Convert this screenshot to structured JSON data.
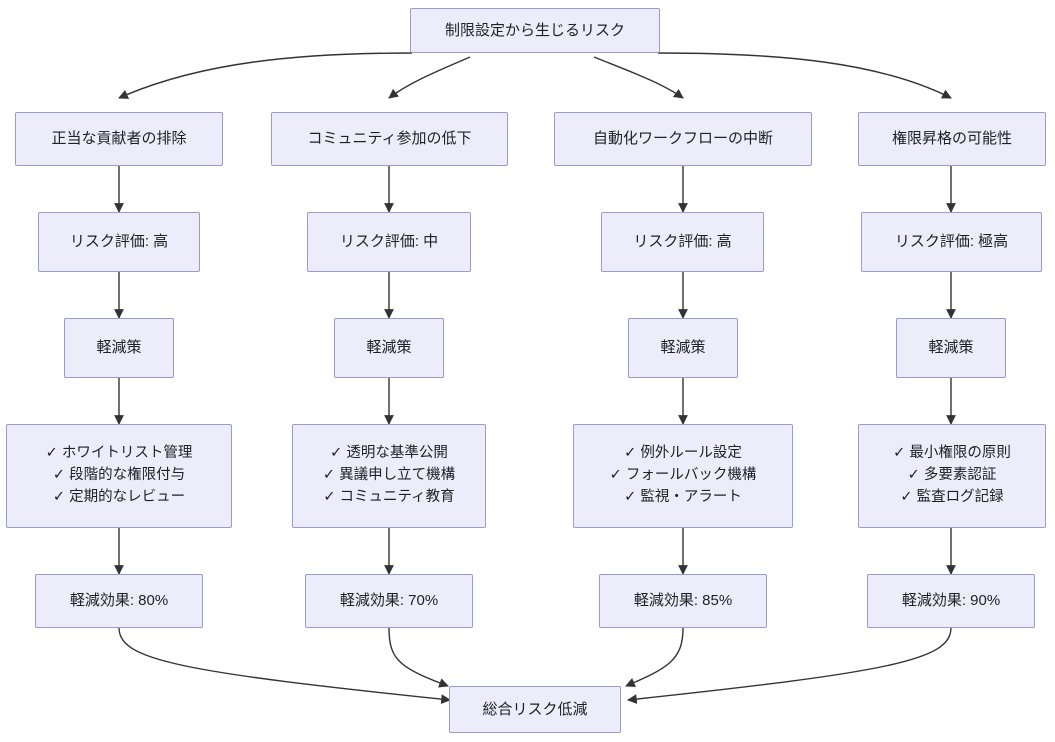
{
  "diagram": {
    "type": "flowchart",
    "orientation": "top-down",
    "background_color": "#ffffff",
    "node_fill_color": "#ececfb",
    "node_border_color": "#9999d4",
    "text_color": "#1f1f24",
    "edge_color": "#333333"
  },
  "root": {
    "label": "制限設定から生じるリスク"
  },
  "final": {
    "label": "総合リスク低減"
  },
  "columns": [
    {
      "risk": "正当な貢献者の排除",
      "assessment": "リスク評価: 高",
      "mitigation": "軽減策",
      "measures": [
        "✓ ホワイトリスト管理",
        "✓ 段階的な権限付与",
        "✓ 定期的なレビュー"
      ],
      "effect": "軽減効果: 80%"
    },
    {
      "risk": "コミュニティ参加の低下",
      "assessment": "リスク評価: 中",
      "mitigation": "軽減策",
      "measures": [
        "✓ 透明な基準公開",
        "✓ 異議申し立て機構",
        "✓ コミュニティ教育"
      ],
      "effect": "軽減効果: 70%"
    },
    {
      "risk": "自動化ワークフローの中断",
      "assessment": "リスク評価: 高",
      "mitigation": "軽減策",
      "measures": [
        "✓ 例外ルール設定",
        "✓ フォールバック機構",
        "✓ 監視・アラート"
      ],
      "effect": "軽減効果: 85%"
    },
    {
      "risk": "権限昇格の可能性",
      "assessment": "リスク評価: 極高",
      "mitigation": "軽減策",
      "measures": [
        "✓ 最小権限の原則",
        "✓ 多要素認証",
        "✓ 監査ログ記録"
      ],
      "effect": "軽減効果: 90%"
    }
  ]
}
